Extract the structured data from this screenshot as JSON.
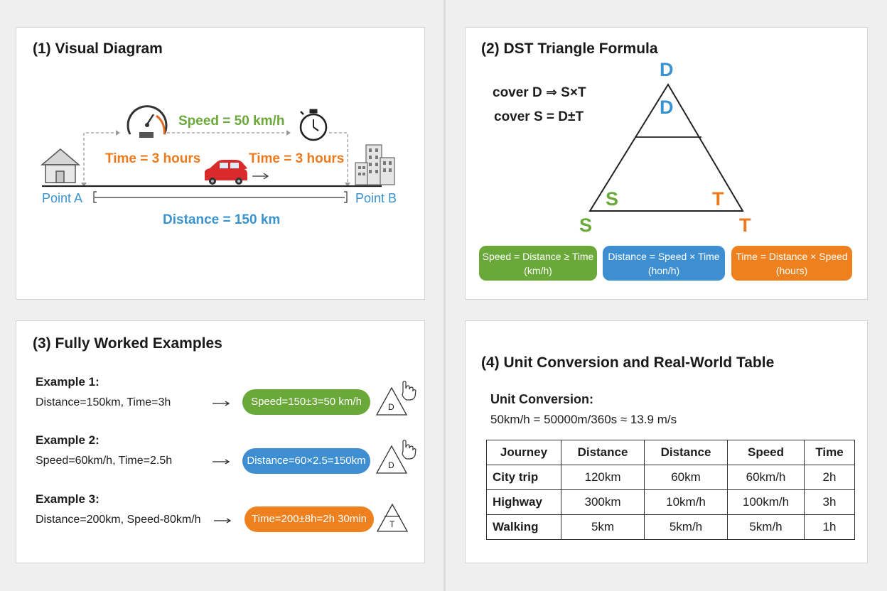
{
  "panel1": {
    "title": "(1) Visual Diagram",
    "speed_label": "Speed = 50 km/h",
    "time_left": "Time = 3 hours",
    "time_right": "Time = 3 hours",
    "point_a": "Point A",
    "point_b": "Point B",
    "distance_label": "Distance = 150 km",
    "colors": {
      "green": "#6aa83a",
      "orange": "#ee7a1e",
      "blue": "#3a93cf",
      "red": "#d92b2b"
    }
  },
  "panel2": {
    "title": "(2) DST Triangle Formula",
    "cover_d": "cover D ⇒ S×T",
    "cover_s": "cover S = D±T",
    "d_outer": "D",
    "d_inner": "D",
    "s_inner": "S",
    "s_outer": "S",
    "t_inner": "T",
    "t_outer": "T",
    "boxes": [
      {
        "line1": "Speed = Distance ≥ Time",
        "line2": "(km/h)",
        "color": "#6aa83a"
      },
      {
        "line1": "Distance = Speed × Time",
        "line2": "(hon/h)",
        "color": "#3d8fd2"
      },
      {
        "line1": "Time = Distance × Speed",
        "line2": "(hours)",
        "color": "#ee801e"
      }
    ]
  },
  "panel3": {
    "title": "(3) Fully Worked Examples",
    "examples": [
      {
        "title": "Example 1:",
        "given": "Distance=150km, Time=3h",
        "result": "Speed=150±3=50 km/h",
        "tri": "D",
        "color": "#6aa83a"
      },
      {
        "title": "Example 2:",
        "given": "Speed=60km/h, Time=2.5h",
        "result": "Distance=60×2.5=150km",
        "tri": "D",
        "color": "#3d8fd2"
      },
      {
        "title": "Example 3:",
        "given": "Distance=200km, Speed-80km/h",
        "result": "Time=200±8h=2h 30min",
        "tri": "T",
        "color": "#ee801e"
      }
    ]
  },
  "panel4": {
    "title": "(4) Unit Conversion and Real-World Table",
    "unit_title": "Unit Conversion:",
    "unit_formula": "50km/h = 50000m/360s ≈ 13.9 m/s",
    "table": {
      "headers": [
        "Journey",
        "Distance",
        "Distance",
        "Speed",
        "Time"
      ],
      "rows": [
        [
          "City trip",
          "120km",
          "60km",
          "60km/h",
          "2h"
        ],
        [
          "Highway",
          "300km",
          "10km/h",
          "100km/h",
          "3h"
        ],
        [
          "Walking",
          "5km",
          "5km/h",
          "5km/h",
          "1h"
        ]
      ]
    }
  }
}
